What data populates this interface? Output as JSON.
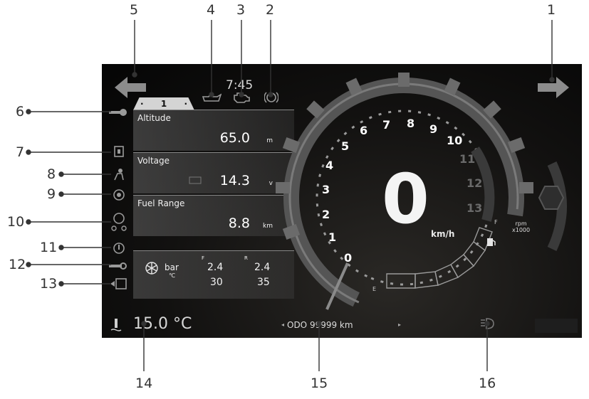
{
  "callouts": [
    "1",
    "2",
    "3",
    "4",
    "5",
    "6",
    "7",
    "8",
    "9",
    "10",
    "11",
    "12",
    "13",
    "14",
    "15",
    "16"
  ],
  "clock": "7:45",
  "panel": {
    "tab_label": "1",
    "rows": [
      {
        "label": "Altitude",
        "value": "65.0",
        "unit": "m"
      },
      {
        "label": "Voltage",
        "value": "14.3",
        "unit": "v"
      },
      {
        "label": "Fuel Range",
        "value": "8.8",
        "unit": "km"
      }
    ]
  },
  "tire": {
    "pressure_unit": "bar",
    "temp_unit": "℃",
    "front_label": "F",
    "rear_label": "R",
    "front_pressure": "2.4",
    "rear_pressure": "2.4",
    "front_temp": "30",
    "rear_temp": "35"
  },
  "speed": {
    "value": "0",
    "unit": "km/h"
  },
  "tach": {
    "labels": [
      "0",
      "1",
      "2",
      "3",
      "4",
      "5",
      "6",
      "7",
      "8",
      "9",
      "10",
      "11",
      "12",
      "13"
    ],
    "unit_line1": "rpm",
    "unit_line2": "x1000"
  },
  "fuel": {
    "full_label": "F",
    "empty_label": "E"
  },
  "temperature": "15.0 °C",
  "odometer": "ODO 99999 km",
  "icons": {
    "left_turn": "left-arrow-icon",
    "right_turn": "right-arrow-icon",
    "key": "key-icon",
    "oil": "oil-can-icon",
    "engine": "engine-icon",
    "abs": "brake-warning-icon",
    "fuel_pump": "fuel-pump-icon",
    "coolant": "thermometer-icon",
    "headlight": "headlight-icon"
  },
  "colors": {
    "screen_bg": "#0b0b0b",
    "text": "#ffffff",
    "bezel": "#6b6b6b"
  }
}
